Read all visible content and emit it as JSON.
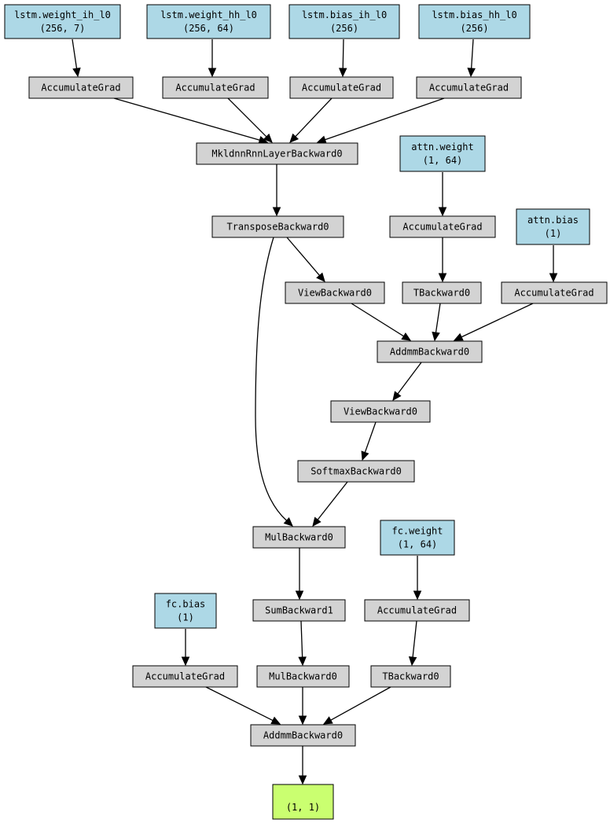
{
  "colors": {
    "param_fill": "#add8e6",
    "op_fill": "#d3d3d3",
    "output_fill": "#caff70"
  },
  "nodes": {
    "p_w_ih": {
      "kind": "param",
      "lines": [
        "lstm.weight_ih_l0",
        "(256, 7)"
      ]
    },
    "p_w_hh": {
      "kind": "param",
      "lines": [
        "lstm.weight_hh_l0",
        "(256, 64)"
      ]
    },
    "p_b_ih": {
      "kind": "param",
      "lines": [
        "lstm.bias_ih_l0",
        "(256)"
      ]
    },
    "p_b_hh": {
      "kind": "param",
      "lines": [
        "lstm.bias_hh_l0",
        "(256)"
      ]
    },
    "ag1": {
      "kind": "op",
      "lines": [
        "AccumulateGrad"
      ]
    },
    "ag2": {
      "kind": "op",
      "lines": [
        "AccumulateGrad"
      ]
    },
    "ag3": {
      "kind": "op",
      "lines": [
        "AccumulateGrad"
      ]
    },
    "ag4": {
      "kind": "op",
      "lines": [
        "AccumulateGrad"
      ]
    },
    "mkl": {
      "kind": "op",
      "lines": [
        "MkldnnRnnLayerBackward0"
      ]
    },
    "p_attn_w": {
      "kind": "param",
      "lines": [
        "attn.weight",
        "(1, 64)"
      ]
    },
    "transpose": {
      "kind": "op",
      "lines": [
        "TransposeBackward0"
      ]
    },
    "ag_attn_w": {
      "kind": "op",
      "lines": [
        "AccumulateGrad"
      ]
    },
    "p_attn_b": {
      "kind": "param",
      "lines": [
        "attn.bias",
        "(1)"
      ]
    },
    "view1": {
      "kind": "op",
      "lines": [
        "ViewBackward0"
      ]
    },
    "tb1": {
      "kind": "op",
      "lines": [
        "TBackward0"
      ]
    },
    "ag_attn_b": {
      "kind": "op",
      "lines": [
        "AccumulateGrad"
      ]
    },
    "addmm1": {
      "kind": "op",
      "lines": [
        "AddmmBackward0"
      ]
    },
    "view2": {
      "kind": "op",
      "lines": [
        "ViewBackward0"
      ]
    },
    "softmax": {
      "kind": "op",
      "lines": [
        "SoftmaxBackward0"
      ]
    },
    "mul1": {
      "kind": "op",
      "lines": [
        "MulBackward0"
      ]
    },
    "p_fc_w": {
      "kind": "param",
      "lines": [
        "fc.weight",
        "(1, 64)"
      ]
    },
    "p_fc_b": {
      "kind": "param",
      "lines": [
        "fc.bias",
        "(1)"
      ]
    },
    "sum1": {
      "kind": "op",
      "lines": [
        "SumBackward1"
      ]
    },
    "ag_fc_w": {
      "kind": "op",
      "lines": [
        "AccumulateGrad"
      ]
    },
    "ag_fc_b": {
      "kind": "op",
      "lines": [
        "AccumulateGrad"
      ]
    },
    "mul2": {
      "kind": "op",
      "lines": [
        "MulBackward0"
      ]
    },
    "tb2": {
      "kind": "op",
      "lines": [
        "TBackward0"
      ]
    },
    "addmm2": {
      "kind": "op",
      "lines": [
        "AddmmBackward0"
      ]
    },
    "output": {
      "kind": "output",
      "lines": [
        "(1, 1)"
      ]
    }
  },
  "edges": [
    [
      "p_w_ih",
      "ag1"
    ],
    [
      "p_w_hh",
      "ag2"
    ],
    [
      "p_b_ih",
      "ag3"
    ],
    [
      "p_b_hh",
      "ag4"
    ],
    [
      "ag1",
      "mkl"
    ],
    [
      "ag2",
      "mkl"
    ],
    [
      "ag3",
      "mkl"
    ],
    [
      "ag4",
      "mkl"
    ],
    [
      "mkl",
      "transpose"
    ],
    [
      "p_attn_w",
      "ag_attn_w"
    ],
    [
      "transpose",
      "view1"
    ],
    [
      "ag_attn_w",
      "tb1"
    ],
    [
      "p_attn_b",
      "ag_attn_b"
    ],
    [
      "view1",
      "addmm1"
    ],
    [
      "tb1",
      "addmm1"
    ],
    [
      "ag_attn_b",
      "addmm1"
    ],
    [
      "addmm1",
      "view2"
    ],
    [
      "view2",
      "softmax"
    ],
    [
      "transpose",
      "mul1"
    ],
    [
      "softmax",
      "mul1"
    ],
    [
      "mul1",
      "sum1"
    ],
    [
      "p_fc_w",
      "ag_fc_w"
    ],
    [
      "p_fc_b",
      "ag_fc_b"
    ],
    [
      "sum1",
      "mul2"
    ],
    [
      "ag_fc_w",
      "tb2"
    ],
    [
      "ag_fc_b",
      "addmm2"
    ],
    [
      "mul2",
      "addmm2"
    ],
    [
      "tb2",
      "addmm2"
    ],
    [
      "addmm2",
      "output"
    ]
  ]
}
